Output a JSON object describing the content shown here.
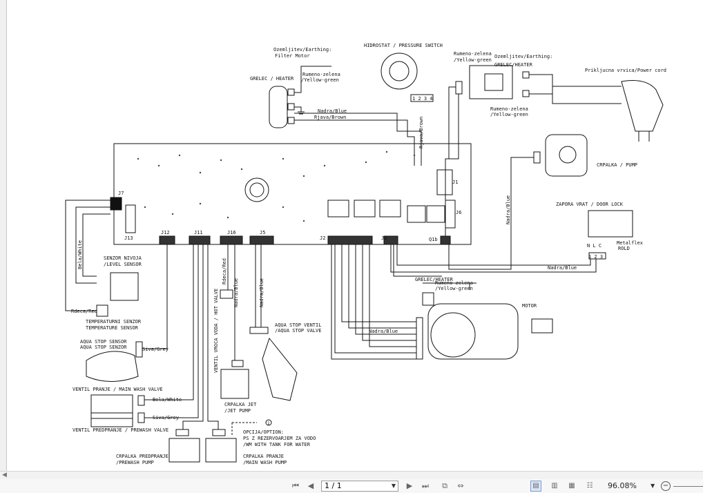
{
  "diagram": {
    "labels": {
      "earthing_filter": "Ozemljitev/Earthing:",
      "filter_motor": "Filter Motor",
      "pressure_switch": "HIDROSTAT / PRESSURE SWITCH",
      "heater_top": "GRELEC / HEATER",
      "yellow_green_1a": "Rumeno-zelena",
      "yellow_green_1b": "/Yellow-green",
      "nadra_blue_1": "Nadra/Blue",
      "rjava_brown_1": "Rjava/Brown",
      "rjava_brown_v": "Rjava/Brown",
      "ps_pins": "1 2 3 4",
      "yellow_green_2a": "Rumeno-zelena",
      "yellow_green_2b": "/Yellow-green",
      "earthing_2": "Ozemljitev/Earthing:",
      "heater_2": "GRELEC/HEATER",
      "power_cord": "Prikljucna vrvica/Power cord",
      "yellow_green_3a": "Rumeno-zelena",
      "yellow_green_3b": "/Yellow-green",
      "pump": "CRPALKA / PUMP",
      "door_lock": "ZAPORA VRAT / DOOR LOCK",
      "nlc": "N L C",
      "nlc_pins": "1 2 3",
      "metalflex": "Metalflex",
      "rold": "ROLD",
      "nadra_blue_2": "Nadra/Blue",
      "nadra_blue_v": "Nadra/Blue",
      "j7": "J7",
      "j13": "J13",
      "j12": "J12",
      "j11": "J11",
      "j16": "J16",
      "j5": "J5",
      "j2": "J2",
      "j3": "J3",
      "j6": "J6",
      "j1": "J1",
      "q1b": "Q1b",
      "bela_white_v": "Bela/White",
      "rdeca_red": "Rdeca/Red",
      "level_sensor_1": "SENZOR NIVOJA",
      "level_sensor_2": "/LEVEL SENSOR",
      "temp_sensor_1": "TEMPERATURNI SENZOR",
      "temp_sensor_2": "TEMPERATURE SENSOR",
      "aqua_stop_sensor_1": "AQUA STOP SENSOR",
      "aqua_stop_sensor_2": "AQUA STOP SENZOR",
      "siva_grey_1": "Siva/Grey",
      "main_wash_valve": "VENTIL PRANJE / MAIN WASH VALVE",
      "bela_white": "Bela/White",
      "siva_grey_2": "Siva/Grey",
      "prewash_valve": "VENTIL PREDPRANJE / PREWASH VALVE",
      "hot_valve": "VENTIL VROCA VODA / HOT VALVE",
      "rdeca_red_v": "Rdeca/Red",
      "nadra_blue_3": "Nadra/Blue",
      "nadra_blue_4": "Nadra/Blue",
      "aqua_stop_valve_1": "AQUA STOP VENTIL",
      "aqua_stop_valve_2": "/AQUA STOP VALVE",
      "jet_pump_1": "CRPALKA JET",
      "jet_pump_2": "/JET PUMP",
      "heater_3": "GRELEC/HEATER",
      "yellow_green_4a": "Rumeno-zelena",
      "yellow_green_4b": "/Yellow-green",
      "motor": "MOTOR",
      "nadra_blue_5": "Nadra/Blue",
      "option_1": "OPCIJA/OPTION:",
      "option_2": "PS Z REZERVOARJEM ZA VODO",
      "option_3": "/WM WITH TANK FOR WATER",
      "prewash_pump_1": "CRPALKA PREDPRANJE",
      "prewash_pump_2": "/PREWASH PUMP",
      "main_wash_pump_1": "CRPALKA PRANJE",
      "main_wash_pump_2": "/MAIN WASH PUMP",
      "circled_1": "1"
    }
  },
  "toolbar": {
    "page_value": "1 / 1",
    "zoom": "96.08%"
  }
}
